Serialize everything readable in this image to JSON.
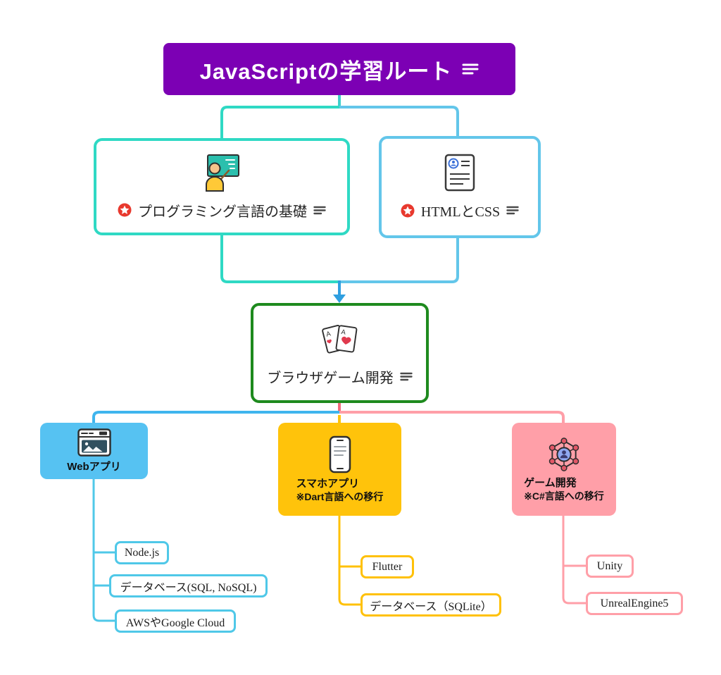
{
  "root": {
    "label": "JavaScriptの学習ルート"
  },
  "level2": {
    "basics": {
      "label": "プログラミング言語の基礎"
    },
    "htmlcss": {
      "label": "HTMLとCSS"
    }
  },
  "level3": {
    "browser_game": {
      "label": "ブラウザゲーム開発"
    }
  },
  "categories": {
    "web": {
      "label": "Webアプリ"
    },
    "phone": {
      "label": "スマホアプリ",
      "note": "※Dart言語への移行"
    },
    "game": {
      "label": "ゲーム開発",
      "note": "※C#言語への移行"
    }
  },
  "leaves": {
    "web": [
      {
        "label": "Node.js"
      },
      {
        "label": "データベース(SQL, NoSQL)"
      },
      {
        "label": "AWSやGoogle Cloud"
      }
    ],
    "phone": [
      {
        "label": "Flutter"
      },
      {
        "label": "データベース（SQLite）"
      }
    ],
    "game": [
      {
        "label": "Unity"
      },
      {
        "label": "UnrealEngine5"
      }
    ]
  },
  "icons": {
    "card_letter": "A",
    "star": "priority-star",
    "notes": "notes-lines"
  },
  "colors": {
    "root_bg": "#7C00B4",
    "teal_border": "#2FD9C4",
    "light_blue_border": "#63C6EA",
    "green_border": "#1E8A1E",
    "web_fill": "#56C2F2",
    "phone_fill": "#FFC30B",
    "game_fill": "#FF9FA8",
    "child_cyan": "#4FC8E8",
    "child_yellow": "#FFC107",
    "child_pink": "#FF9FA8",
    "arrow_blue": "#2F9FE0",
    "star_red": "#E8392E"
  }
}
